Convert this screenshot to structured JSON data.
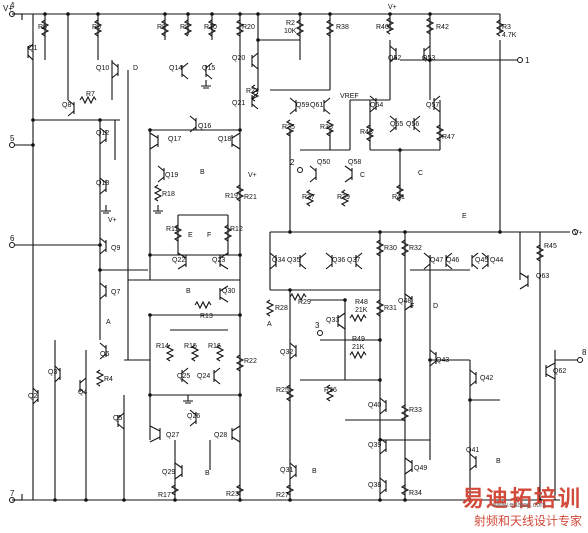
{
  "supply_labels": [
    "V+",
    "V+",
    "V+",
    "V+",
    "V+",
    "VREF"
  ],
  "pin_labels": [
    "4",
    "5",
    "6",
    "7",
    "1",
    "2",
    "3",
    "8"
  ],
  "node_labels": [
    "B",
    "B",
    "B",
    "B",
    "B",
    "C",
    "C",
    "D",
    "D",
    "E",
    "E",
    "F",
    "F",
    "A",
    "A"
  ],
  "transistors": [
    "Q1",
    "Q2",
    "Q3",
    "Q4",
    "Q5",
    "Q6",
    "Q7",
    "Q8",
    "Q9",
    "Q10",
    "Q12",
    "Q13",
    "Q14",
    "Q15",
    "Q16",
    "Q17",
    "Q18",
    "Q19",
    "Q20",
    "Q21",
    "Q22",
    "Q23",
    "Q24",
    "Q25",
    "Q26",
    "Q27",
    "Q28",
    "Q29",
    "Q30",
    "Q31",
    "Q32",
    "Q33",
    "Q34",
    "Q35",
    "Q36",
    "Q37",
    "Q38",
    "Q39",
    "Q40",
    "Q41",
    "Q42",
    "Q43",
    "Q44",
    "Q45",
    "Q46",
    "Q47",
    "Q48",
    "Q49",
    "Q50",
    "Q52",
    "Q53",
    "Q54",
    "Q55",
    "Q56",
    "Q57",
    "Q58",
    "Q59",
    "Q61",
    "Q62",
    "Q63"
  ],
  "resistors": [
    "R2",
    "R3",
    "R4",
    "R5",
    "R6",
    "R7",
    "R8",
    "R9",
    "R10",
    "R11",
    "R12",
    "R13",
    "R14",
    "R15",
    "R16",
    "R17",
    "R18",
    "R19",
    "R20",
    "R21",
    "R22",
    "R23",
    "R24",
    "R25",
    "R26",
    "R27",
    "R28",
    "R29",
    "R30",
    "R31",
    "R32",
    "R33",
    "R34",
    "R35",
    "R36",
    "R37",
    "R38",
    "R39",
    "R40",
    "R41",
    "R42",
    "R43",
    "R45",
    "R47",
    "R48",
    "R49"
  ],
  "resistor_values": [
    "10K",
    "4.7K",
    "21K",
    "21K"
  ],
  "watermark": {
    "main": "易迪拓培训",
    "sub": "射频和天线设计专家",
    "url": "www.edatop.com"
  }
}
